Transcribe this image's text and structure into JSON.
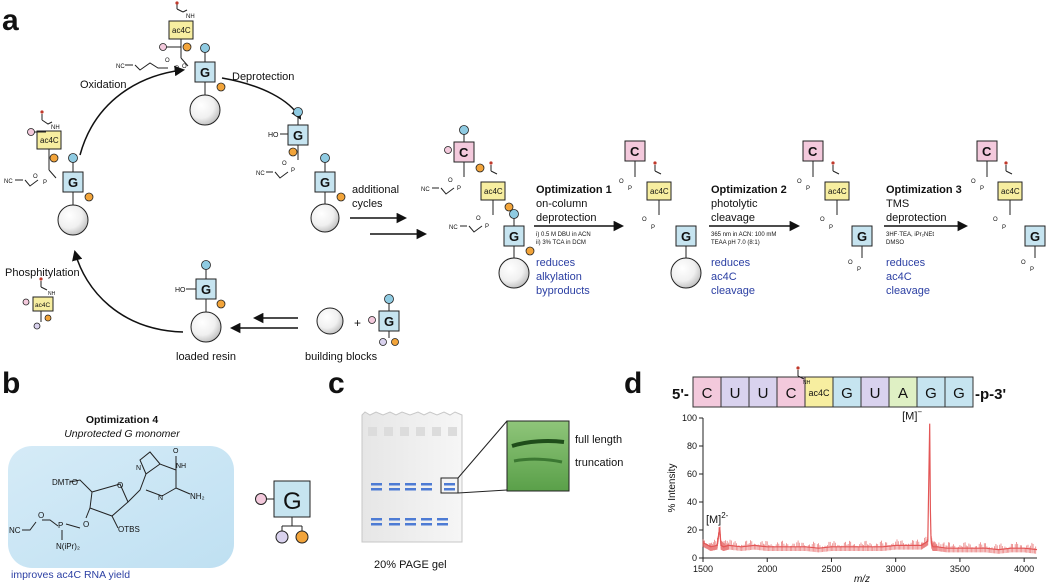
{
  "panels": {
    "a": "a",
    "b": "b",
    "c": "c",
    "d": "d"
  },
  "cycle": {
    "oxidation": "Oxidation",
    "deprotection": "Deprotection",
    "phosphitylation": "Phosphitylation",
    "loaded_resin": "loaded resin",
    "building_blocks": "building blocks",
    "plus": "+",
    "additional_cycles": [
      "additional",
      "cycles"
    ],
    "ho": "HO",
    "nc": "NC",
    "p": "P",
    "o": "O"
  },
  "bases": {
    "ac4c": "ac4C",
    "g": "G",
    "c": "C",
    "nh": "NH"
  },
  "optimizations": [
    {
      "title": "Optimization 1",
      "lines": [
        "on-column",
        "deprotection"
      ],
      "conditions": [
        "i) 0.5 M DBU in ACN",
        "ii) 3% TCA in DCM"
      ],
      "result": [
        "reduces",
        "alkylation",
        "byproducts"
      ]
    },
    {
      "title": "Optimization 2",
      "lines": [
        "photolytic",
        "cleavage"
      ],
      "conditions": [
        "365 nm in ACN: 100 mM",
        "TEAA pH 7.0 (8:1)"
      ],
      "result": [
        "reduces",
        "ac4C",
        "cleavage"
      ]
    },
    {
      "title": "Optimization 3",
      "lines": [
        "TMS",
        "deprotection"
      ],
      "conditions": [
        "3HF·TEA, iPr₂NEt",
        "DMSO"
      ],
      "result": [
        "reduces",
        "ac4C",
        "cleavage"
      ]
    }
  ],
  "panel_b": {
    "title": "Optimization 4",
    "subtitle": "Unprotected G monomer",
    "dmtr": "DMTrO",
    "otbs": "OTBS",
    "nipr": "N(iPr)₂",
    "nc": "NC",
    "o": "O",
    "p": "P",
    "n": "N",
    "nh": "NH",
    "nh2": "NH₂",
    "ring_o": "O",
    "result": "improves ac4C RNA yield",
    "g": "G"
  },
  "panel_c": {
    "gel_label": "20% PAGE gel",
    "full_length": "full length",
    "truncation": "truncation"
  },
  "panel_d": {
    "prefix": "5'-",
    "suffix": "-p-3'",
    "sequence": [
      "C",
      "U",
      "U",
      "C",
      "ac4C",
      "G",
      "U",
      "A",
      "G",
      "G"
    ],
    "colors": {
      "C": "#f3c9dc",
      "U": "#d9d2ee",
      "ac4C": "#f7eea0",
      "G": "#c6e4f0",
      "A": "#dff0c4"
    }
  },
  "chart_data": {
    "type": "line",
    "title": "",
    "xlabel": "m/z",
    "ylabel": "% Intensity",
    "xlim": [
      1500,
      4100
    ],
    "ylim": [
      0,
      100
    ],
    "xticks": [
      1500,
      2000,
      2500,
      3000,
      3500,
      4000
    ],
    "yticks": [
      0,
      20,
      40,
      60,
      80,
      100
    ],
    "series": [
      {
        "color": "#e35656",
        "x": [
          1500,
          1560,
          1610,
          1630,
          1640,
          1660,
          1700,
          1800,
          1900,
          2000,
          2100,
          2200,
          2300,
          2400,
          2500,
          2600,
          2700,
          2800,
          2900,
          3000,
          3100,
          3200,
          3250,
          3265,
          3270,
          3275,
          3280,
          3290,
          3320,
          3400,
          3500,
          3600,
          3700,
          3800,
          3900,
          4000,
          4100
        ],
        "y": [
          11,
          8,
          9,
          22,
          9,
          8,
          9,
          8,
          9,
          8,
          8,
          8,
          8,
          7,
          8,
          8,
          8,
          8,
          8,
          9,
          9,
          9,
          12,
          96,
          34,
          14,
          10,
          8,
          8,
          7,
          7,
          7,
          7,
          6,
          7,
          7,
          6
        ]
      }
    ],
    "annotations": [
      {
        "label": "[M]",
        "superscript": "2-",
        "x": 1632,
        "y": 22
      },
      {
        "label": "[M]",
        "superscript": "−",
        "x": 3268,
        "y": 96
      }
    ]
  }
}
